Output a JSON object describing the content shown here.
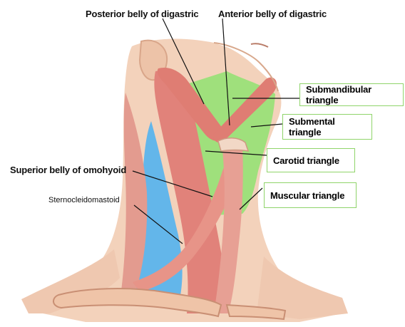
{
  "labels": {
    "posterior_digastric": "Posterior belly of digastric",
    "anterior_digastric": "Anterior belly of digastric",
    "submandibular_triangle": "Submandibular triangle",
    "submental_triangle": "Submental triangle",
    "carotid_triangle": "Carotid triangle",
    "muscular_triangle": "Muscular triangle",
    "superior_omohyoid": "Superior belly of omohyoid",
    "sternocleidomastoid": "Sternocleidomastoid"
  },
  "colors": {
    "skin": "#f3d2bb",
    "muscle": "#e1827a",
    "muscle_light": "#eaa093",
    "triangle_green": "#9fe07c",
    "triangle_blue": "#63b6ea",
    "bone": "#efc4a8",
    "box_border": "#8fd46a"
  }
}
